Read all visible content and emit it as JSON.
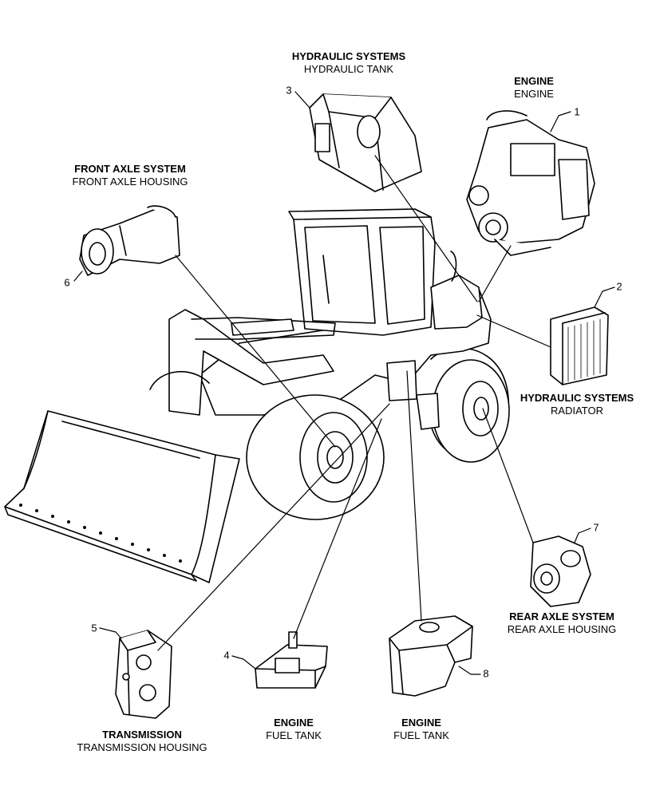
{
  "labels": [
    {
      "id": "hyd-tank",
      "system": "HYDRAULIC SYSTEMS",
      "part": "HYDRAULIC TANK"
    },
    {
      "id": "engine",
      "system": "ENGINE",
      "part": "ENGINE"
    },
    {
      "id": "front-axle",
      "system": "FRONT AXLE SYSTEM",
      "part": "FRONT AXLE HOUSING"
    },
    {
      "id": "radiator",
      "system": "HYDRAULIC SYSTEMS",
      "part": "RADIATOR"
    },
    {
      "id": "rear-axle",
      "system": "REAR AXLE SYSTEM",
      "part": "REAR AXLE HOUSING"
    },
    {
      "id": "transmission",
      "system": "TRANSMISSION",
      "part": "TRANSMISSION HOUSING"
    },
    {
      "id": "fuel-tank-4",
      "system": "ENGINE",
      "part": "FUEL TANK"
    },
    {
      "id": "fuel-tank-8",
      "system": "ENGINE",
      "part": "FUEL TANK"
    }
  ],
  "callouts": [
    "1",
    "2",
    "3",
    "4",
    "5",
    "6",
    "7",
    "8"
  ]
}
